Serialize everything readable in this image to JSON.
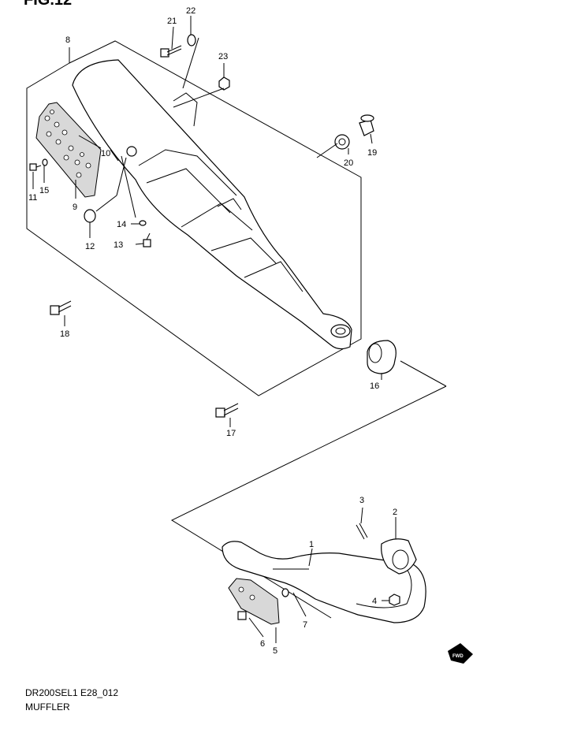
{
  "figure_label": "FIG.12",
  "footer": {
    "code": "DR200SEL1 E28_012",
    "title": "MUFFLER"
  },
  "fwd_label": "FWD",
  "callouts": [
    "1",
    "2",
    "3",
    "4",
    "5",
    "6",
    "7",
    "8",
    "9",
    "10",
    "11",
    "12",
    "13",
    "14",
    "15",
    "16",
    "17",
    "18",
    "19",
    "20",
    "21",
    "22",
    "23"
  ]
}
